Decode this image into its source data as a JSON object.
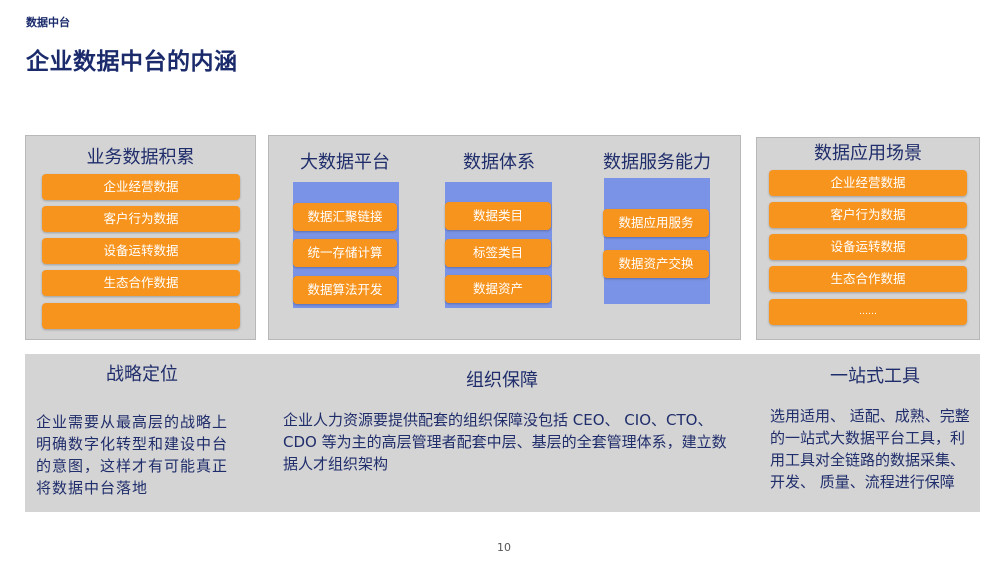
{
  "header": {
    "small_title": "数据中台",
    "title": "企业数据中台的内涵"
  },
  "left_panel": {
    "title": "业务数据积累",
    "items": [
      "企业经营数据",
      "客户行为数据",
      "设备运转数据",
      "生态合作数据",
      ""
    ]
  },
  "middle_panel": {
    "columns": [
      {
        "title": "大数据平台",
        "items": [
          "数据汇聚链接",
          "统一存储计算",
          "数据算法开发"
        ]
      },
      {
        "title": "数据体系",
        "items": [
          "数据类目",
          "标签类目",
          "数据资产"
        ]
      },
      {
        "title": "数据服务能力",
        "items": [
          "数据应用服务",
          "数据资产交换"
        ]
      }
    ]
  },
  "right_panel": {
    "title": "数据应用场景",
    "items": [
      "企业经营数据",
      "客户行为数据",
      "设备运转数据",
      "生态合作数据",
      "……"
    ]
  },
  "bottom": {
    "strategy": {
      "title": "战略定位",
      "text": "企业需要从最高层的战略上明确数字化转型和建设中台的意图，这样才有可能真正将数据中台落地"
    },
    "organization": {
      "title": "组织保障",
      "text": "企业人力资源要提供配套的组织保障没包括 CEO、 CIO、CTO、 CDO 等为主的高层管理者配套中层、基层的全套管理体系，建立数据人才组织架构"
    },
    "tools": {
      "title": "一站式工具",
      "text": "选用适用、 适配、成熟、完整的一站式大数据平台工具，利用工具对全链路的数据采集、开发、 质量、流程进行保障"
    }
  },
  "footer": {
    "page_number": "10"
  },
  "colors": {
    "orange": "#f7941d",
    "blue": "#7b93e6",
    "gray_panel": "#d4d4d4",
    "navy_text": "#1f2d6b"
  }
}
